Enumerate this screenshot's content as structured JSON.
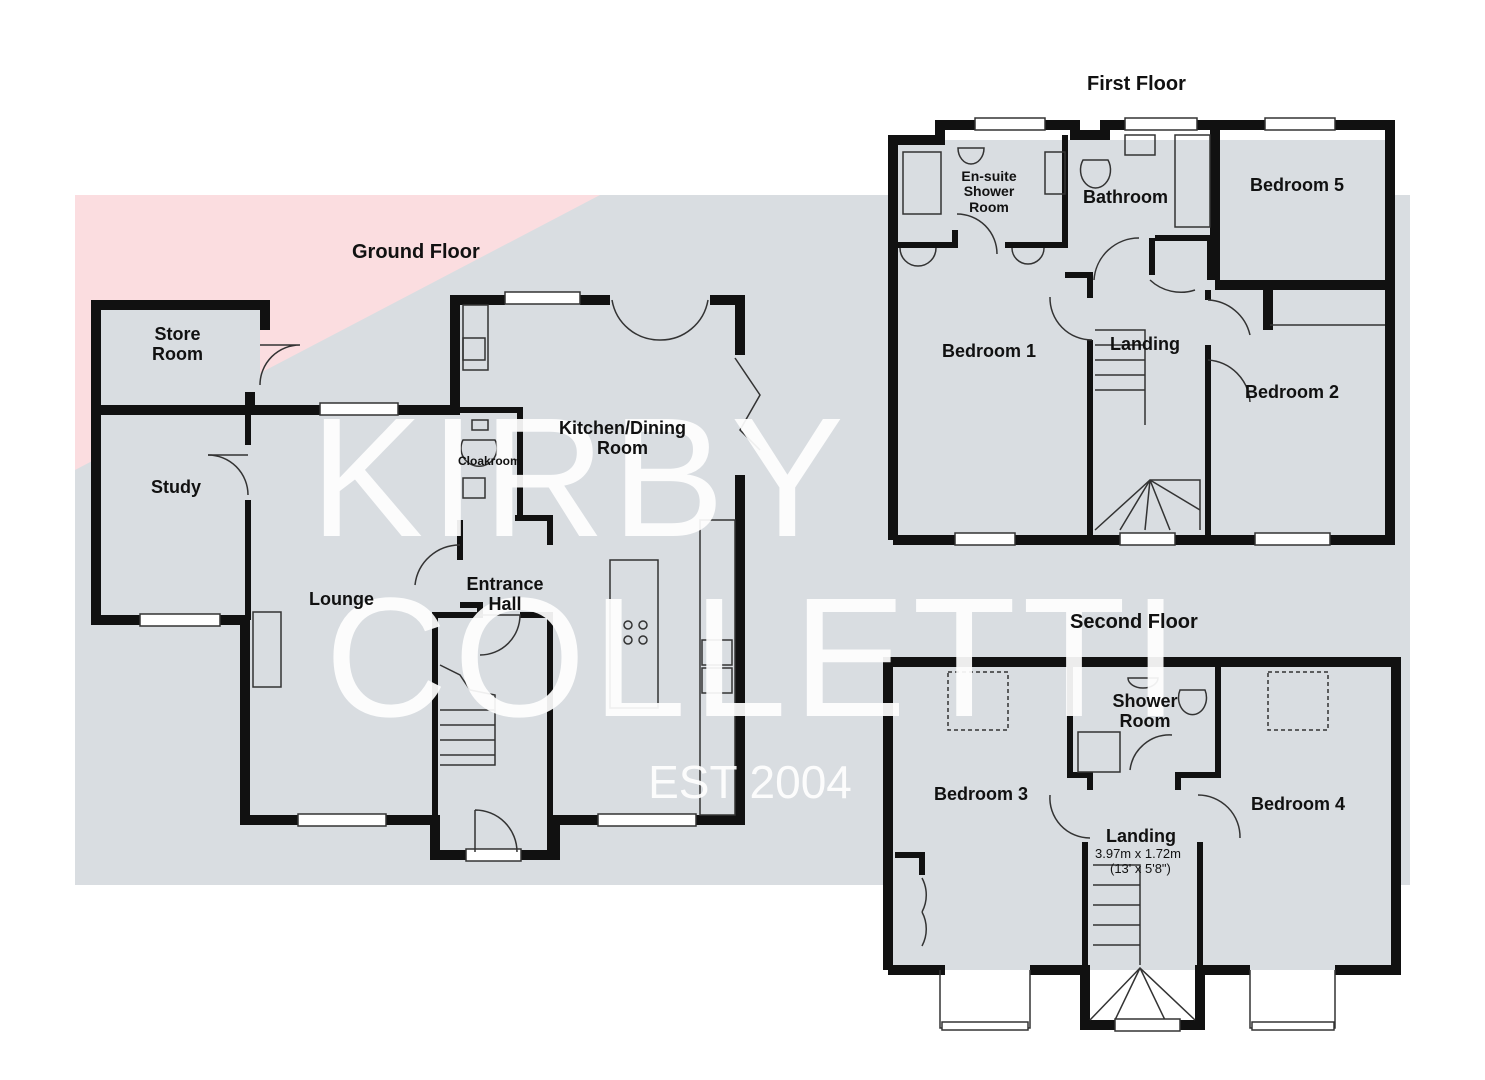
{
  "floors": {
    "ground": "Ground Floor",
    "first": "First Floor",
    "second": "Second Floor"
  },
  "rooms": {
    "store_room": [
      "Store",
      "Room"
    ],
    "study": "Study",
    "lounge": "Lounge",
    "cloakroom": "Cloakroom",
    "kitchen_dining": [
      "Kitchen/Dining",
      "Room"
    ],
    "entrance_hall": [
      "Entrance",
      "Hall"
    ],
    "ensuite": [
      "En-suite",
      "Shower",
      "Room"
    ],
    "bathroom": "Bathroom",
    "bedroom_5": "Bedroom 5",
    "bedroom_1": "Bedroom 1",
    "landing_first": "Landing",
    "bedroom_2": "Bedroom 2",
    "shower_room": [
      "Shower",
      "Room"
    ],
    "bedroom_3": "Bedroom 3",
    "bedroom_4": "Bedroom 4",
    "landing_second": "Landing",
    "landing_second_dim_metric": "3.97m x 1.72m",
    "landing_second_dim_imperial": "(13' x 5'8\")"
  },
  "watermark": {
    "line1": "KIRBY",
    "line2": "COLLETTI",
    "line3": "EST 2004"
  },
  "colors": {
    "wall": "#111111",
    "room_fill": "#d9dde1",
    "accent": "#fbdde0"
  }
}
